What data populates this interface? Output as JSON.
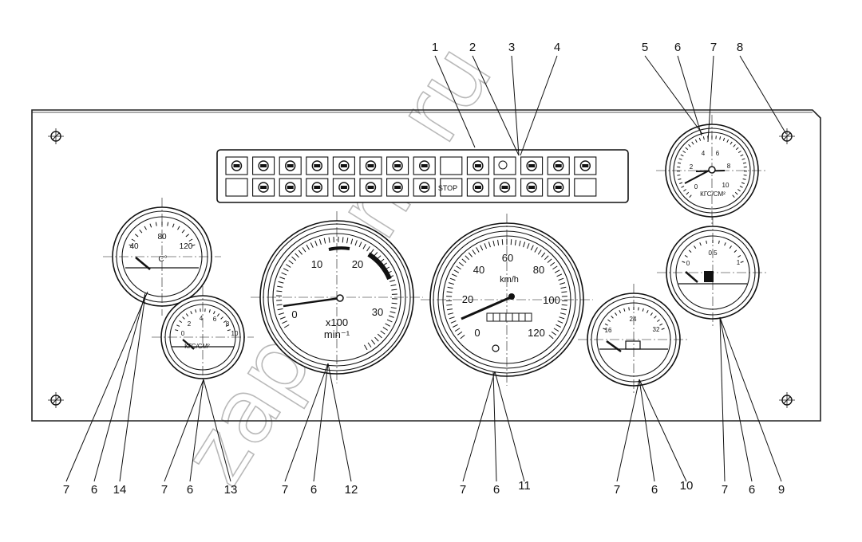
{
  "watermark": "zap-kam.ru",
  "callouts_top": [
    "1",
    "2",
    "3",
    "4",
    "5",
    "6",
    "7",
    "8"
  ],
  "callouts_bottom": [
    "7",
    "6",
    "14",
    "7",
    "6",
    "13",
    "7",
    "6",
    "12",
    "7",
    "6",
    "11",
    "7",
    "6",
    "10",
    "7",
    "6",
    "9"
  ],
  "warning_panel": {
    "stop_label": "STOP"
  },
  "gauges": {
    "temperature": {
      "ticks": [
        "40",
        "80",
        "120"
      ],
      "unit": "C°"
    },
    "oil_pressure": {
      "ticks": [
        "0",
        "2",
        "4",
        "6",
        "8",
        "10"
      ],
      "unit": "КГС/СМ²"
    },
    "tachometer": {
      "ticks": [
        "0",
        "10",
        "20",
        "30"
      ],
      "unit_line1": "x100",
      "unit_line2": "min⁻¹"
    },
    "speedometer": {
      "ticks": [
        "0",
        "20",
        "40",
        "60",
        "80",
        "100",
        "120"
      ],
      "unit": "km/h"
    },
    "voltmeter": {
      "ticks": [
        "16",
        "24",
        "32"
      ]
    },
    "air_pressure": {
      "ticks": [
        "0",
        "2",
        "4",
        "6",
        "8",
        "10"
      ],
      "unit": "КГС/СМ²"
    },
    "fuel": {
      "ticks": [
        "0",
        "0.5",
        "1"
      ]
    }
  }
}
